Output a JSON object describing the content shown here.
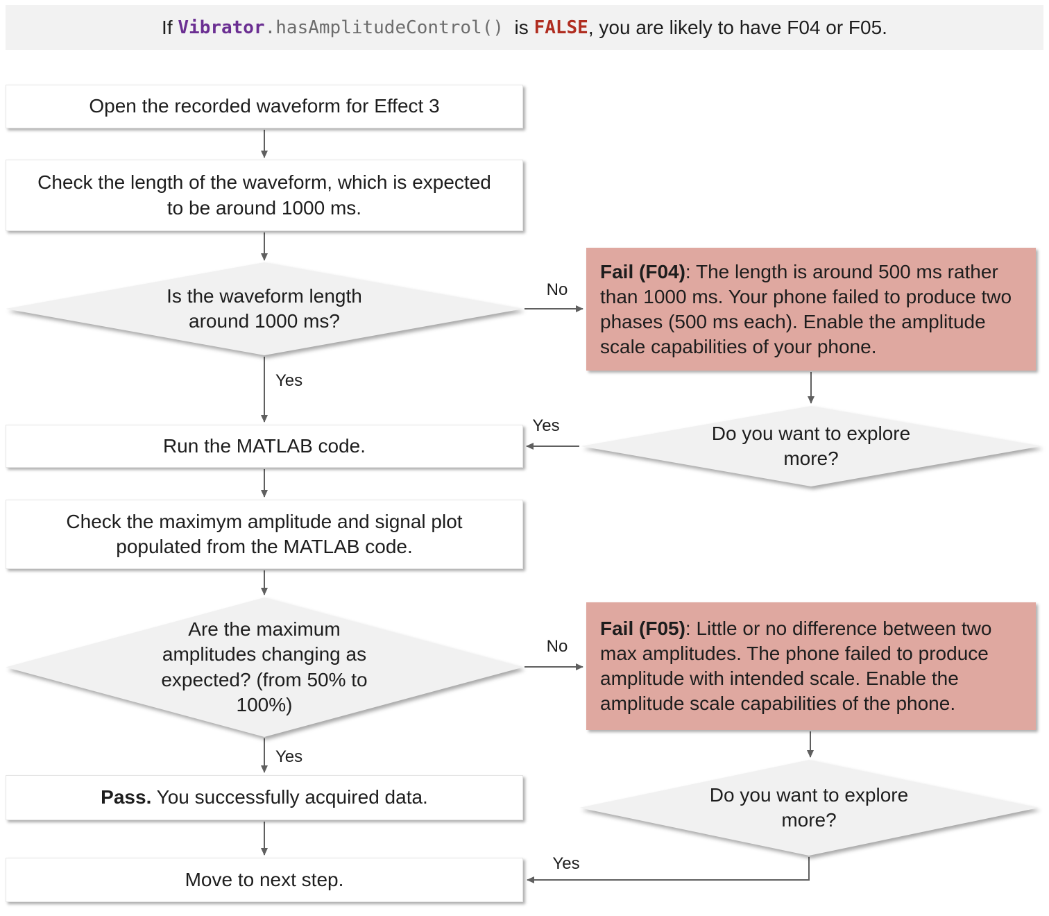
{
  "banner": {
    "segments": [
      {
        "text": "If ",
        "style": "plain"
      },
      {
        "text": "Vibrator",
        "style": "code-purple-bold"
      },
      {
        "text": ".hasAmplitudeControl()",
        "style": "code-gray"
      },
      {
        "text": "  is ",
        "style": "plain"
      },
      {
        "text": "FALSE",
        "style": "code-red-bold"
      },
      {
        "text": ", you are likely to have F04 or F05.",
        "style": "plain"
      }
    ]
  },
  "flow": {
    "steps": {
      "open_waveform": "Open the recorded waveform for Effect 3",
      "check_length": "Check the length of the waveform, which is expected to be around 1000 ms.",
      "run_matlab": "Run the MATLAB code.",
      "check_amplitude": "Check the maximym amplitude and signal plot populated from the MATLAB code.",
      "pass_lead": "Pass.",
      "pass_rest": " You successfully acquired data.",
      "move_next": "Move to next step."
    },
    "decisions": {
      "length_question": "Is the waveform length around 1000 ms?",
      "amplitude_question": "Are the maximum amplitudes changing as expected? (from 50% to 100%)",
      "explore_more_1": "Do you want to explore more?",
      "explore_more_2": "Do you want to explore more?"
    },
    "fails": {
      "f04_lead": "Fail (F04)",
      "f04_rest": ": The length is around 500 ms rather than 1000 ms. Your phone failed to produce two phases (500 ms each). Enable the amplitude scale capabilities of your phone.",
      "f05_lead": "Fail (F05)",
      "f05_rest": ": Little or no difference between two max amplitudes. The phone failed to produce amplitude with intended scale. Enable the amplitude scale capabilities of the phone."
    },
    "edge_labels": {
      "no_length": "No",
      "yes_length": "Yes",
      "yes_explore_1": "Yes",
      "no_amplitude": "No",
      "yes_amplitude": "Yes",
      "yes_explore_2": "Yes"
    }
  },
  "colors": {
    "banner_bg": "#f2f2f2",
    "fail_bg": "#dfa8a0",
    "diamond_bg": "#f1f1f1",
    "arrow": "#5f5f5f",
    "code_purple": "#6b2f92",
    "code_gray": "#6d6d6d",
    "code_red": "#b02d20"
  }
}
